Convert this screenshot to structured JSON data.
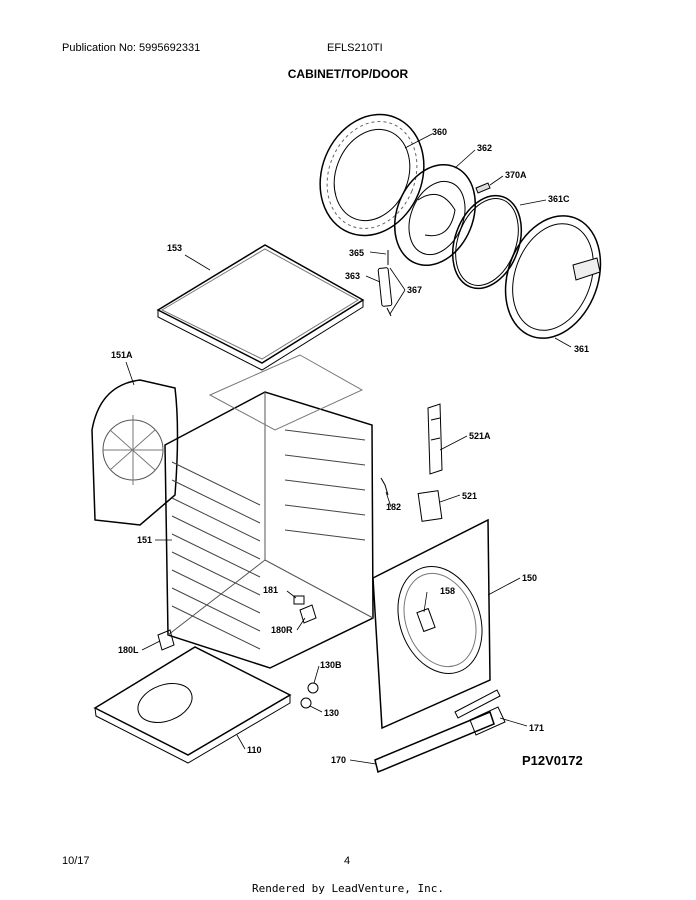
{
  "header": {
    "publication": "Publication No: 5995692331",
    "model": "EFLS210TI",
    "section_title": "CABINET/TOP/DOOR"
  },
  "footer": {
    "date": "10/17",
    "page": "4",
    "rendered_by": "Rendered by LeadVenture, Inc."
  },
  "diagram": {
    "code": "P12V0172",
    "callouts": {
      "c360": "360",
      "c362": "362",
      "c370a": "370A",
      "c361c": "361C",
      "c365": "365",
      "c363": "363",
      "c367": "367",
      "c361": "361",
      "c153": "153",
      "c151a": "151A",
      "c521a": "521A",
      "c521": "521",
      "c182": "182",
      "c151": "151",
      "c150": "150",
      "c181": "181",
      "c158": "158",
      "c180r": "180R",
      "c180l": "180L",
      "c130b": "130B",
      "c130": "130",
      "c171": "171",
      "c110": "110",
      "c170": "170"
    }
  }
}
